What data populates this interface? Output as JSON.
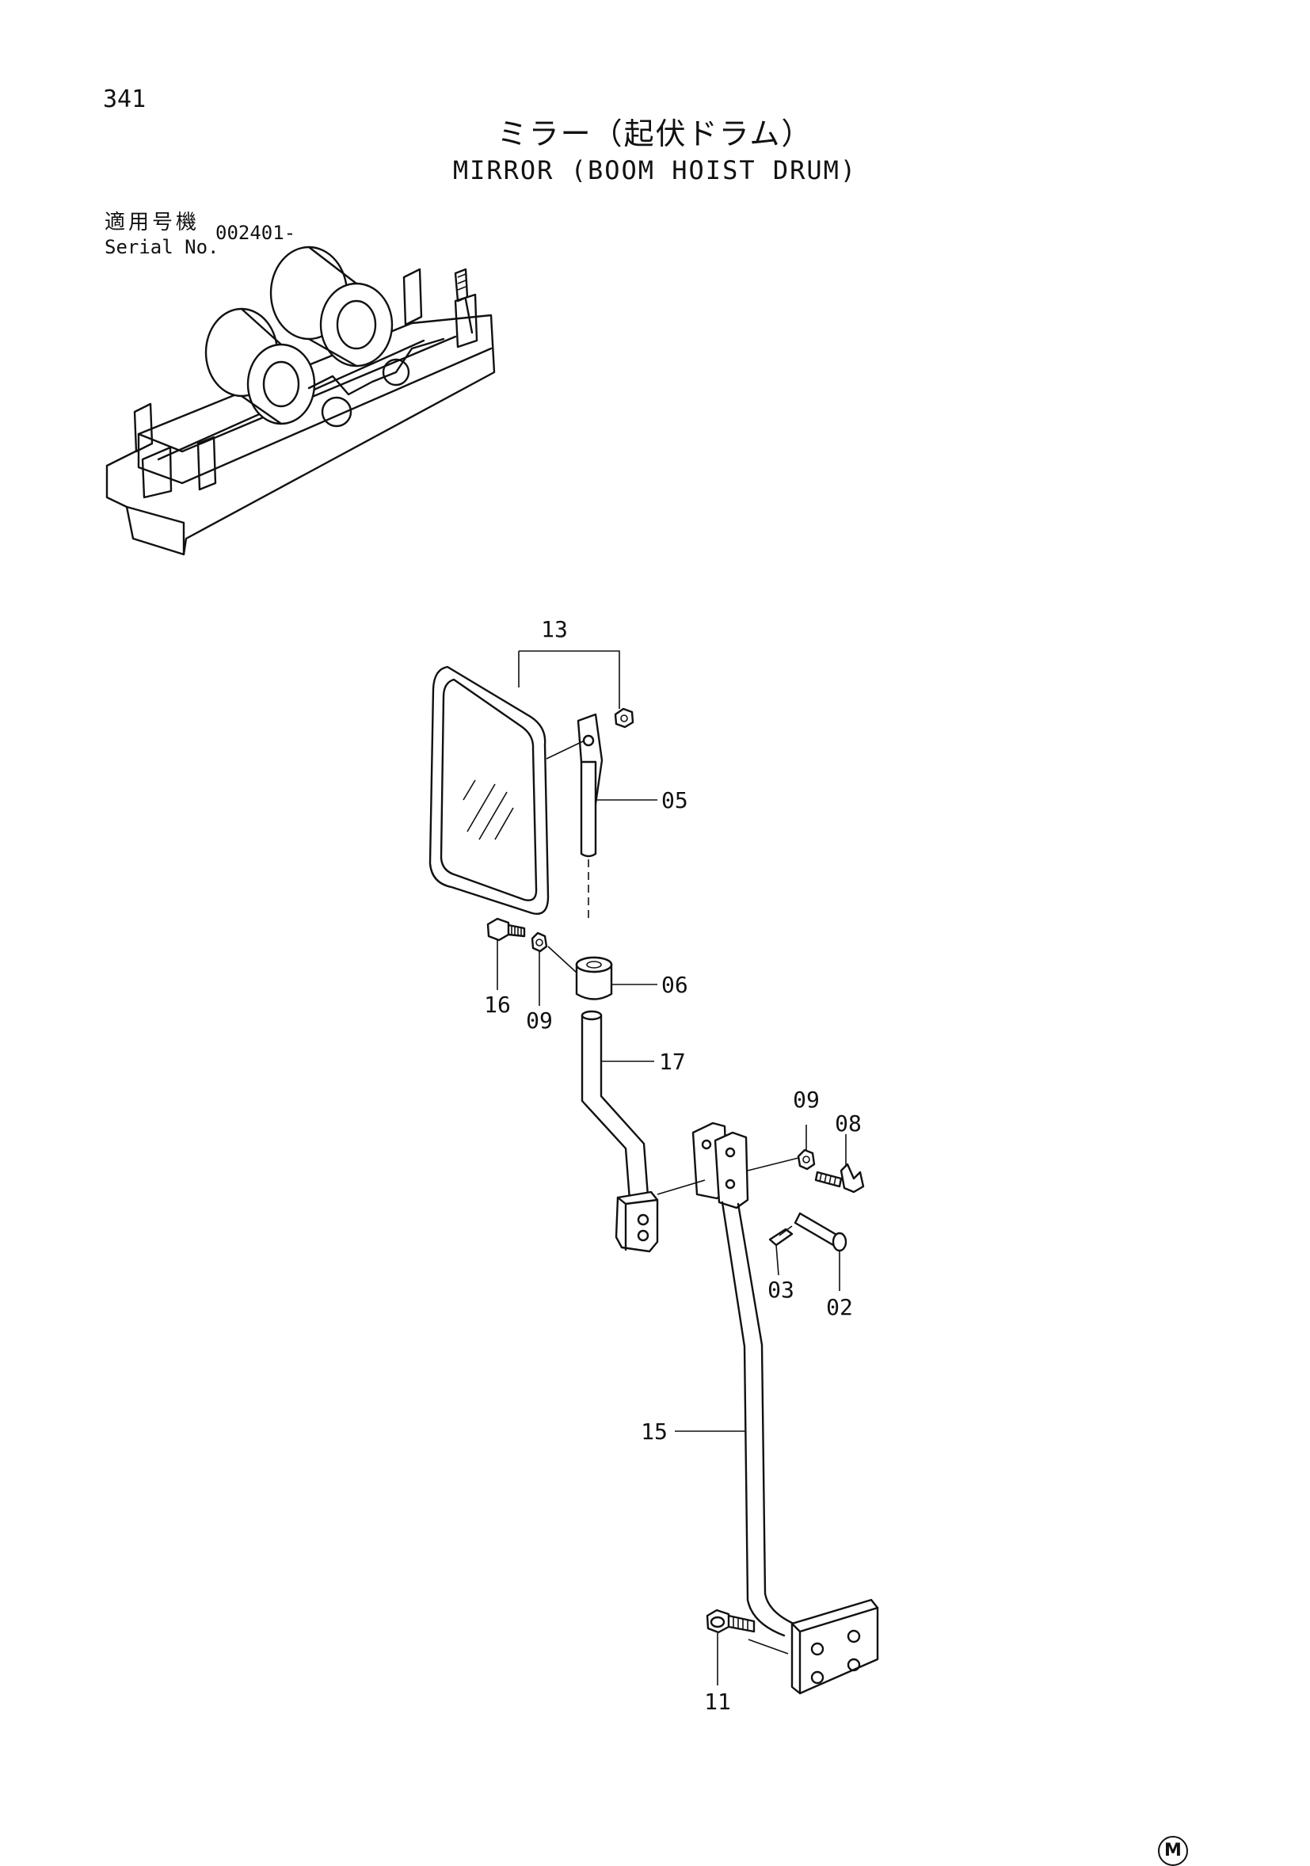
{
  "page_number": "341",
  "title_jp": "ミラー（起伏ドラム）",
  "title_en": "MIRROR (BOOM HOIST DRUM)",
  "serial": {
    "label_jp": "適用号機",
    "label_en": "Serial No.",
    "value": "002401-"
  },
  "callouts": [
    "13",
    "05",
    "16",
    "09",
    "06",
    "17",
    "09",
    "08",
    "03",
    "02",
    "15",
    "11"
  ],
  "footer_mark": "M"
}
